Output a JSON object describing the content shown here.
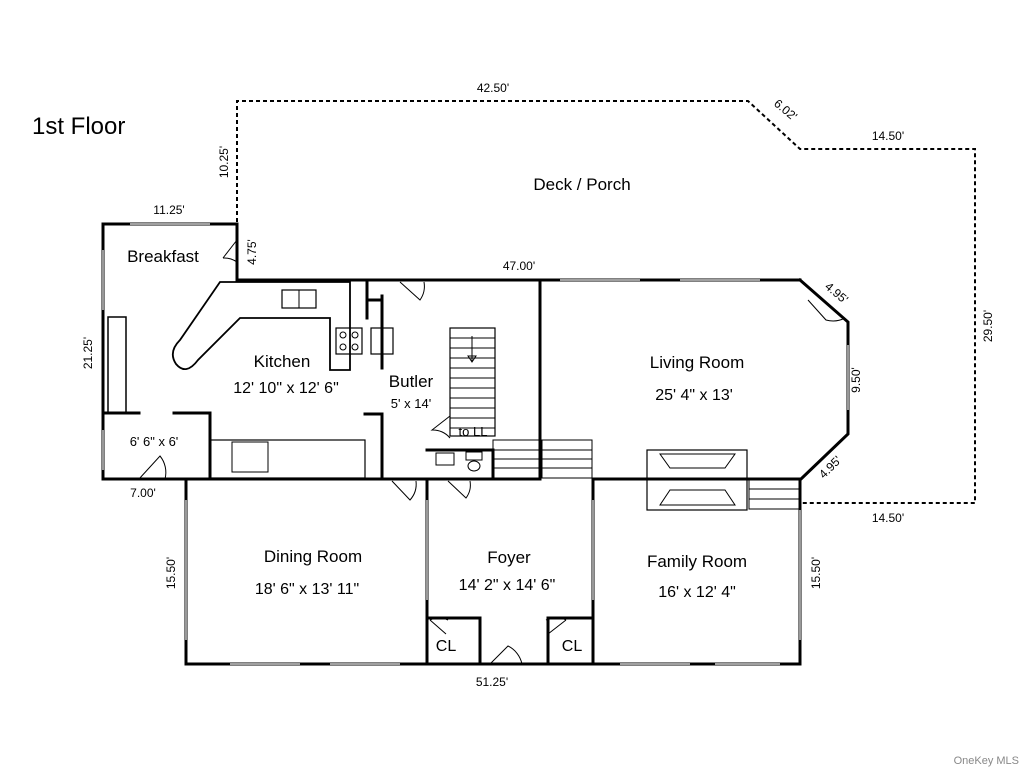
{
  "title": "1st Floor",
  "rooms": {
    "deck": {
      "name": "Deck / Porch"
    },
    "breakfast": {
      "name": "Breakfast"
    },
    "kitchen": {
      "name": "Kitchen",
      "size": "12' 10\" x 12' 6\""
    },
    "butler": {
      "name": "Butler",
      "size": "5' x 14'"
    },
    "living": {
      "name": "Living Room",
      "size": "25' 4\" x 13'"
    },
    "dining": {
      "name": "Dining Room",
      "size": "18' 6\" x 13' 11\""
    },
    "foyer": {
      "name": "Foyer",
      "size": "14' 2\" x 14' 6\""
    },
    "family": {
      "name": "Family Room",
      "size": "16' x 12' 4\""
    },
    "pantry": {
      "size": "6' 6\" x 6'"
    },
    "closet_left": {
      "name": "CL"
    },
    "closet_right": {
      "name": "CL"
    },
    "stairs_down": {
      "name": "to LL"
    }
  },
  "dimensions": {
    "deck_top": "42.50'",
    "deck_angle": "6.02'",
    "deck_top_right": "14.50'",
    "deck_left": "10.25'",
    "deck_right": "29.50'",
    "deck_bottom_right": "14.50'",
    "breakfast_top": "11.25'",
    "breakfast_side": "4.75'",
    "house_top": "47.00'",
    "bay_top": "4.95'",
    "bay_side": "9.50'",
    "bay_bottom": "4.95'",
    "left_side": "21.25'",
    "pantry_bottom": "7.00'",
    "dining_side": "15.50'",
    "family_side": "15.50'",
    "front": "51.25'"
  },
  "watermark": "OneKey MLS"
}
